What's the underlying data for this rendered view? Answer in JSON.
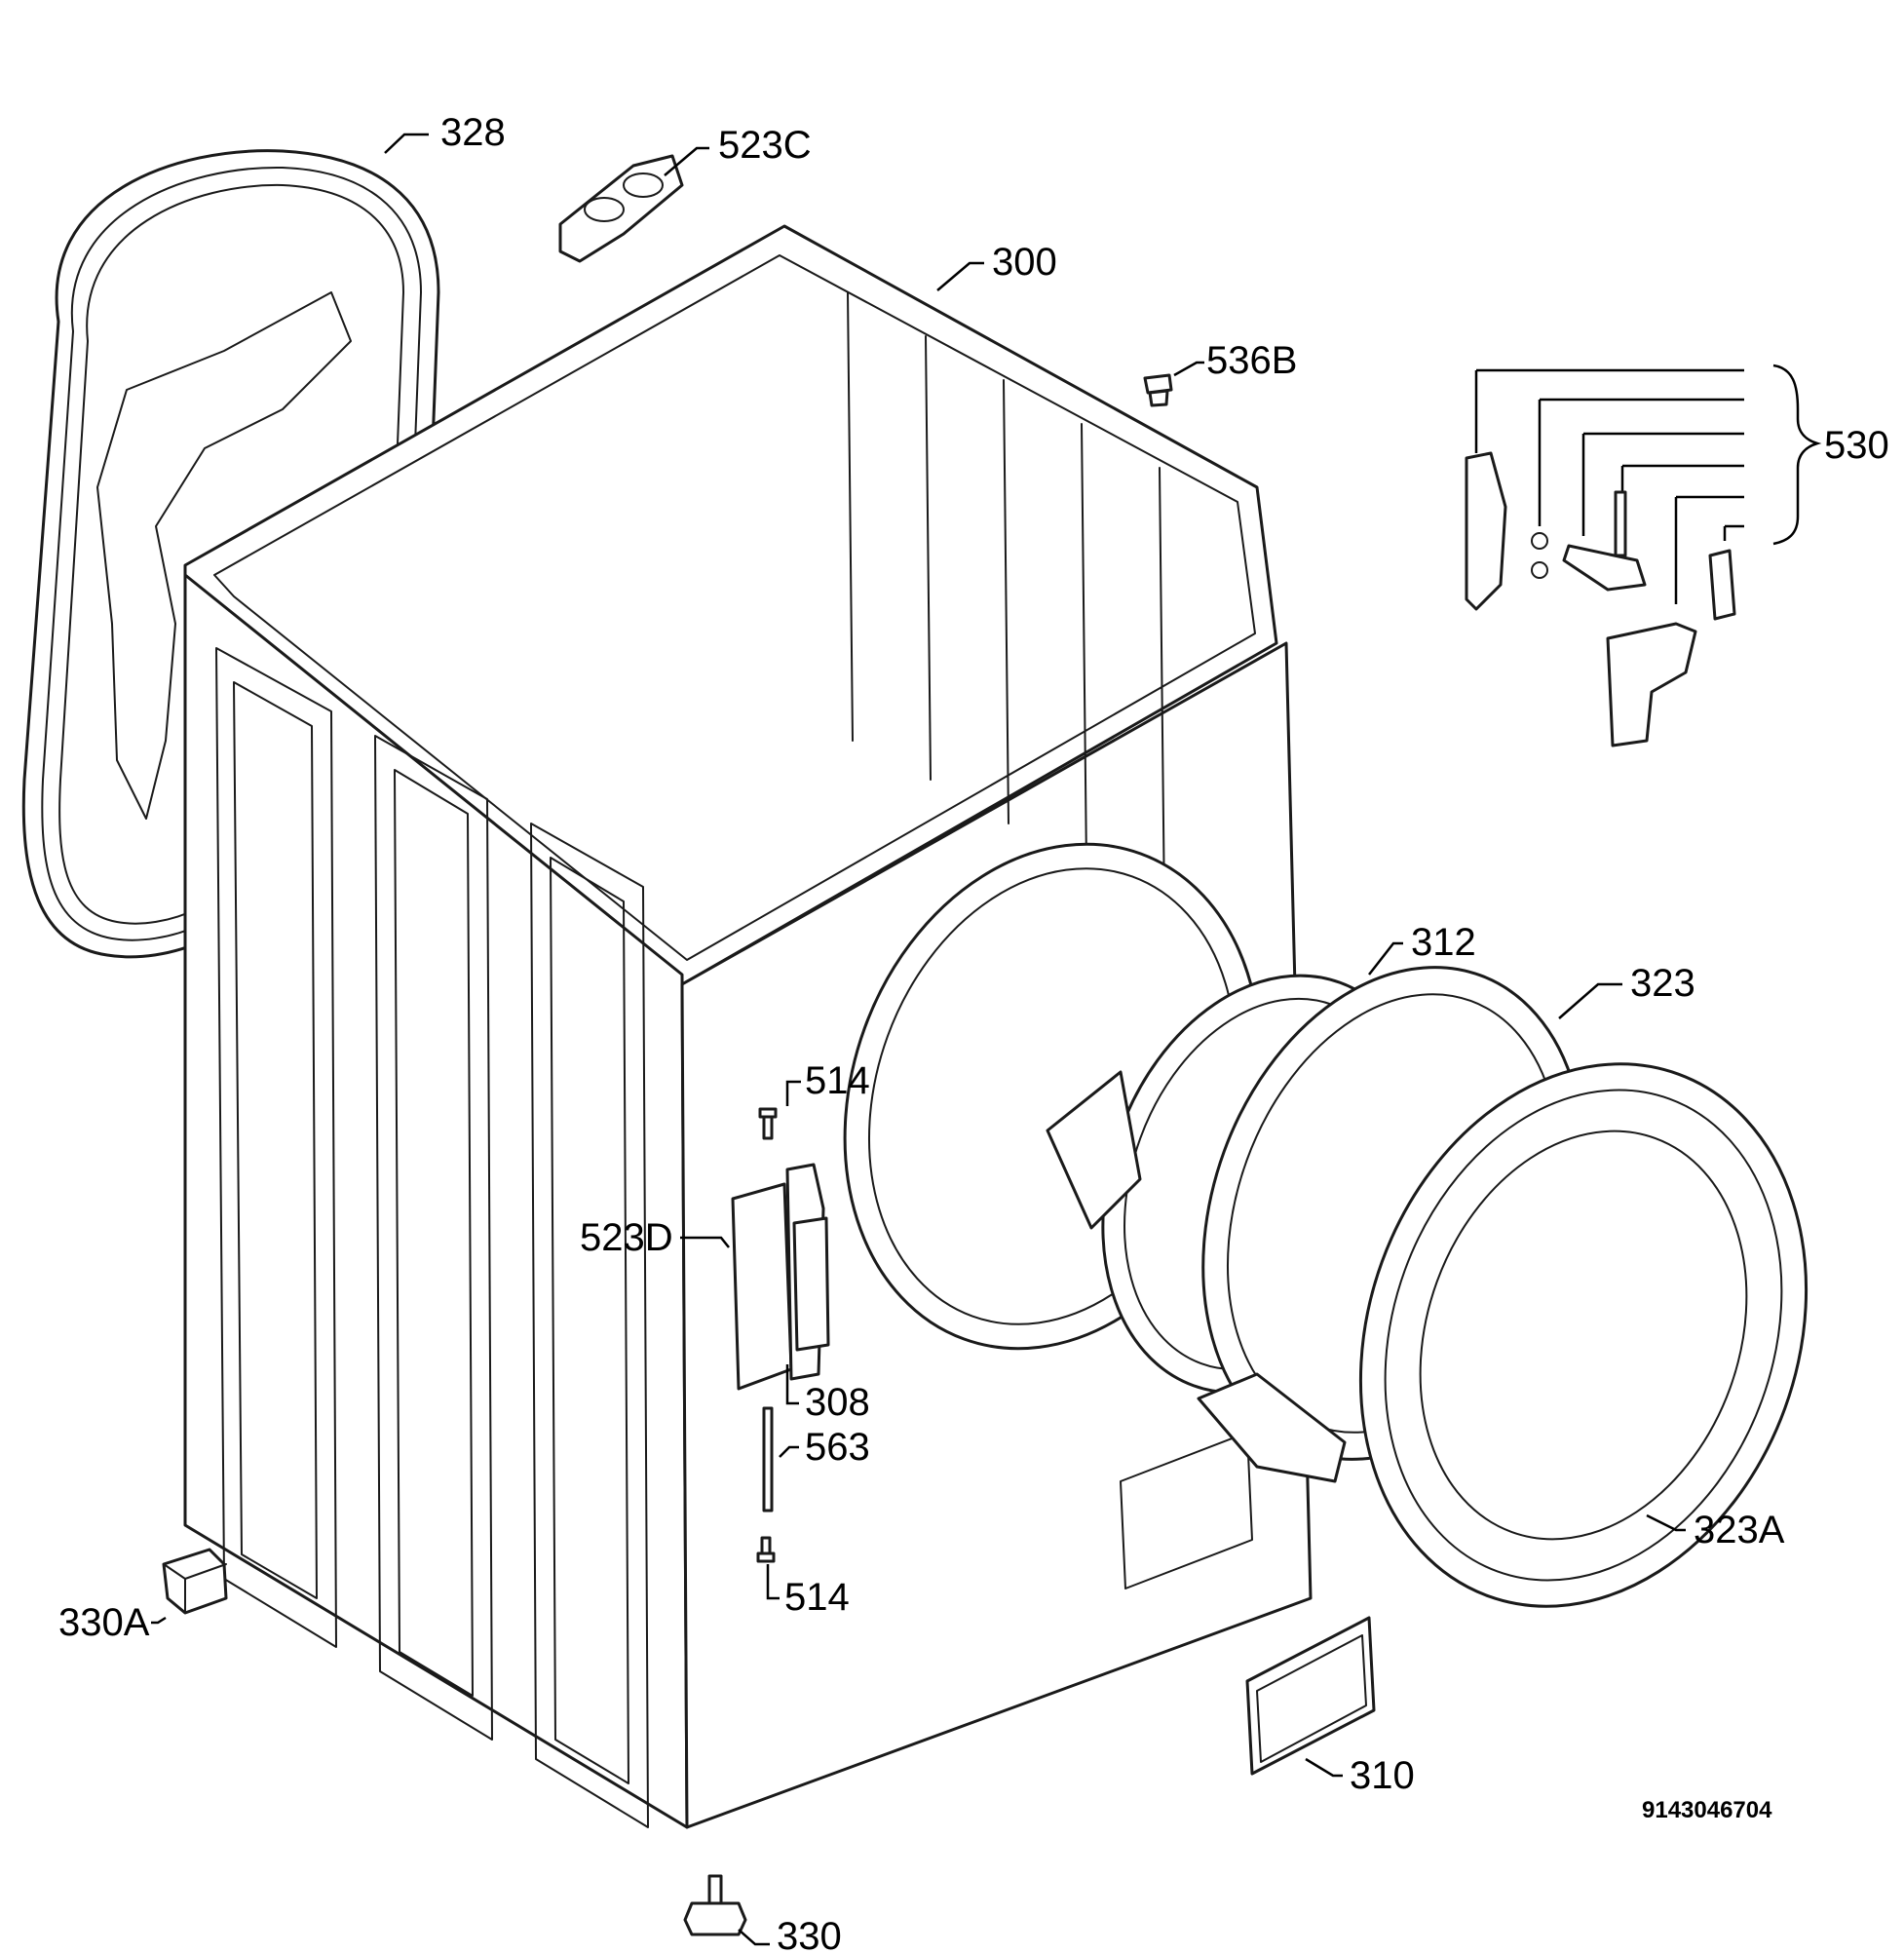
{
  "labels": {
    "p328": "328",
    "p523c": "523C",
    "p300": "300",
    "p536b": "536B",
    "p530": "530",
    "p312": "312",
    "p323": "323",
    "p514a": "514",
    "p523d": "523D",
    "p308": "308",
    "p563": "563",
    "p514b": "514",
    "p323a": "323A",
    "p330a": "330A",
    "p310": "310",
    "p330": "330"
  },
  "drawing_code": "9143046704"
}
